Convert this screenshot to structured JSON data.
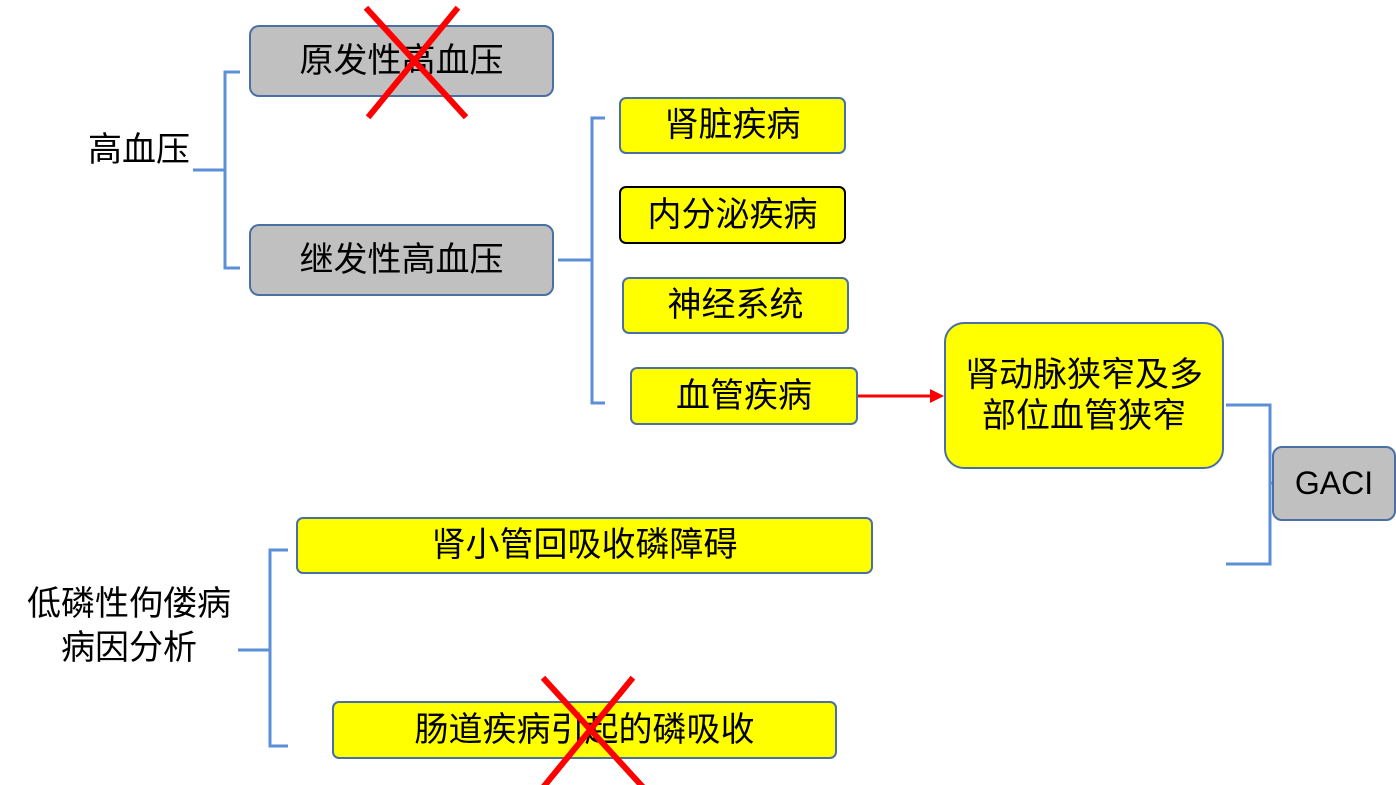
{
  "diagram": {
    "hypertension": {
      "root": "高血压",
      "primary": "原发性高血压",
      "secondary": "继发性高血压"
    },
    "secondary_causes": [
      "肾脏疾病",
      "内分泌疾病",
      "神经系统",
      "血管疾病"
    ],
    "vascular_result": "肾动脉狭窄及多部位血管狭窄",
    "gaci": "GACI",
    "rickets": {
      "root": "低磷性佝偻病病因分析",
      "renal": "肾小管回吸收磷障碍",
      "intestinal": "肠道疾病引起的磷吸收"
    }
  },
  "colors": {
    "connector": "#5b8fd8",
    "arrow": "#ff0000",
    "cross": "#ff0000",
    "yellow_box": "#ffff00",
    "gray_box": "#c0c0c0"
  }
}
